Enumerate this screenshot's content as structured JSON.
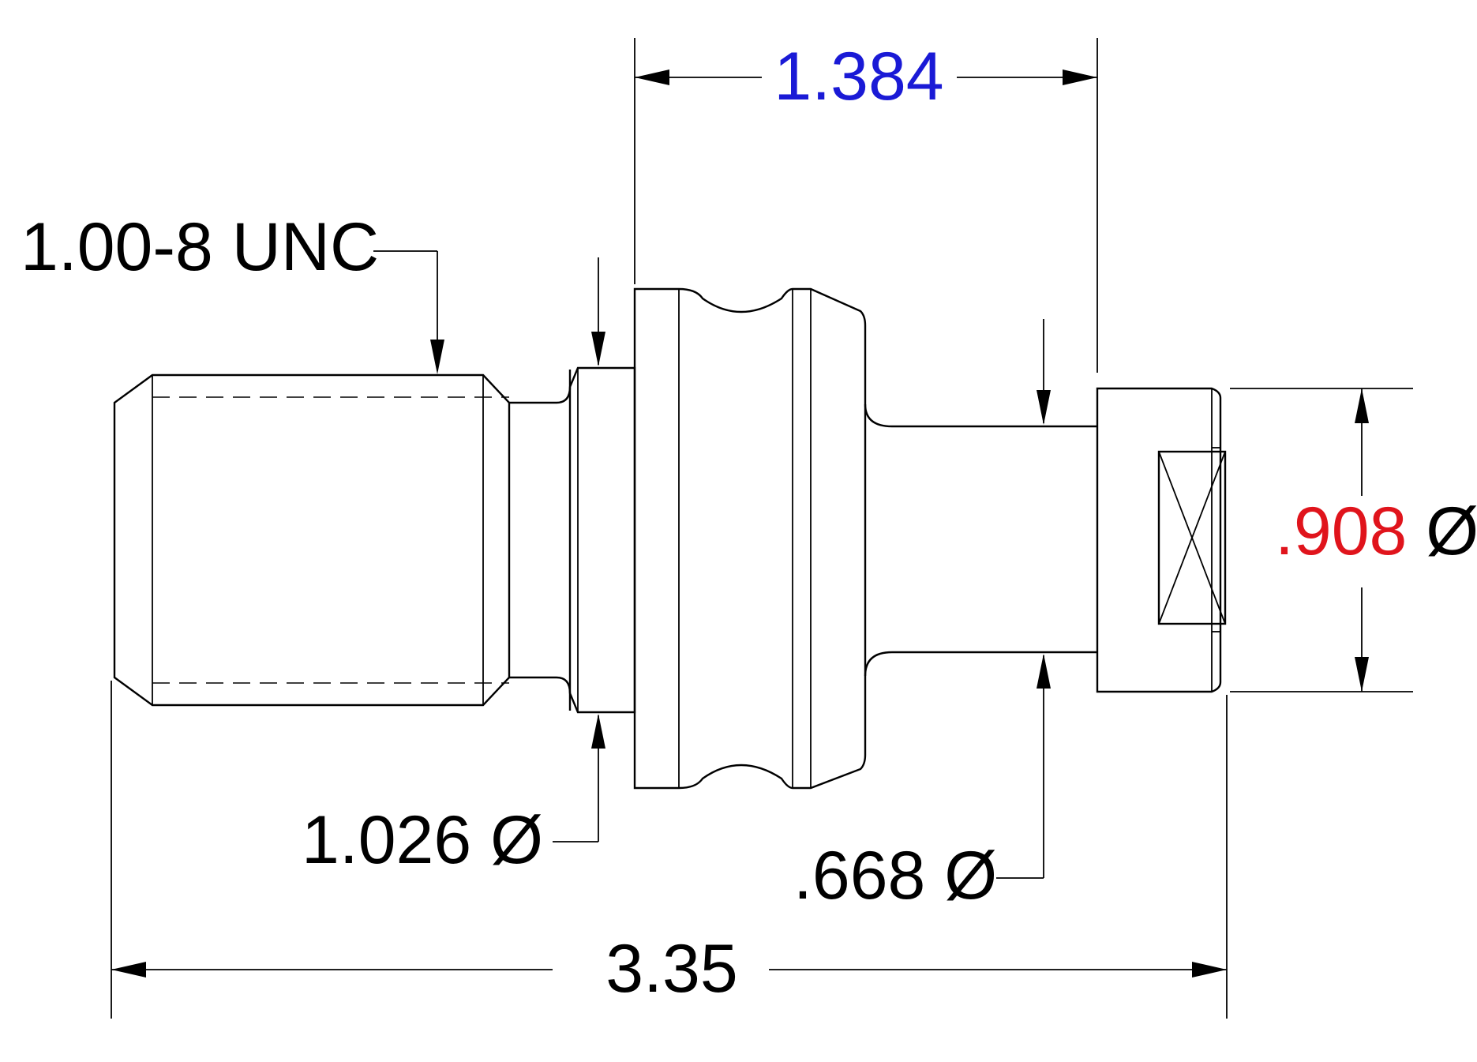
{
  "drawing": {
    "dimensions": {
      "length_top": {
        "value": "1.384",
        "color": "#1a1ad6"
      },
      "thread": {
        "value": "1.00-8 UNC",
        "color": "#000000"
      },
      "dia_collar": {
        "value": "1.026",
        "symbol": "Ø",
        "color": "#000000"
      },
      "dia_neck": {
        "value": ".668",
        "symbol": "Ø",
        "color": "#000000"
      },
      "dia_end": {
        "value": ".908",
        "symbol": "Ø",
        "color": "#e0141c"
      },
      "length_overall": {
        "value": "3.35",
        "color": "#000000"
      }
    }
  }
}
